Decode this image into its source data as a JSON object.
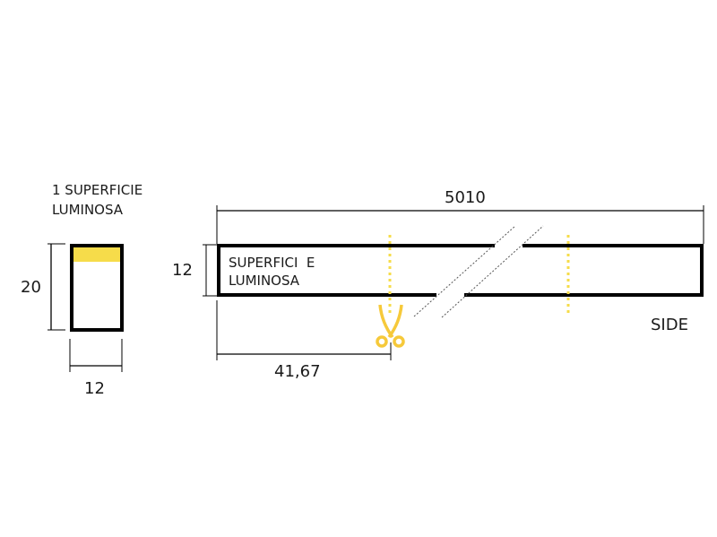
{
  "section": {
    "title_line1": "1 SUPERFICIE",
    "title_line2": "LUMINOSA",
    "height_label": "20",
    "width_label": "12"
  },
  "side": {
    "length_label": "5010",
    "height_label": "12",
    "cut_label": "41,67",
    "inner_line1": "SUPERFICI  E",
    "inner_line2": "LUMINOSA",
    "view_label": "SIDE"
  },
  "colors": {
    "accent": "#f6dc4a",
    "stroke": "#000000"
  }
}
